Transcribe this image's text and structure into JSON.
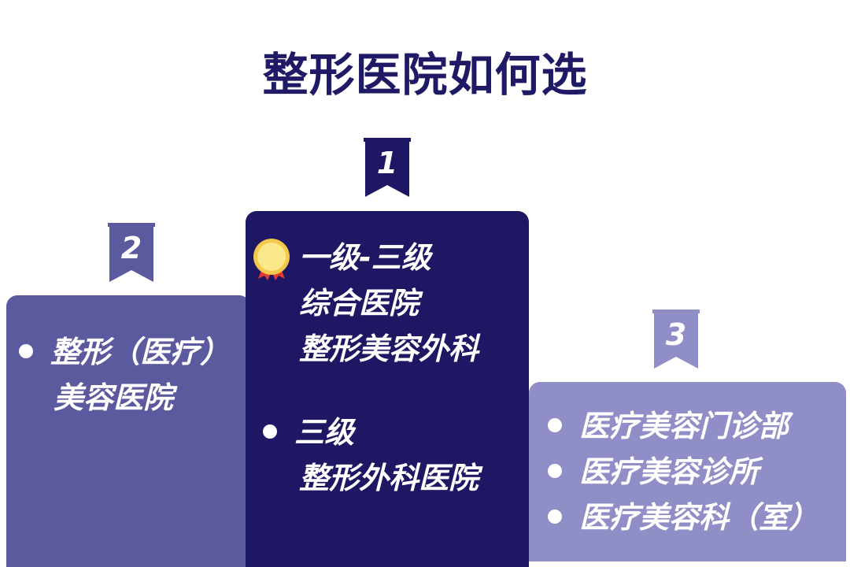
{
  "title": "整形医院如何选",
  "colors": {
    "title": "#1f1a66",
    "rank1": "#1e1763",
    "rank2": "#5b5a9e",
    "rank3": "#8f8ec6",
    "text": "#ffffff"
  },
  "podium": {
    "rank1": {
      "badge": "1",
      "icon": "medal-icon",
      "items": [
        {
          "lines": [
            "一级-三级",
            "综合医院",
            "整形美容外科"
          ]
        },
        {
          "lines": [
            "三级",
            "整形外科医院"
          ]
        }
      ]
    },
    "rank2": {
      "badge": "2",
      "items": [
        {
          "lines": [
            "整形（医疗）",
            "美容医院"
          ]
        }
      ]
    },
    "rank3": {
      "badge": "3",
      "items": [
        {
          "lines": [
            "医疗美容门诊部"
          ]
        },
        {
          "lines": [
            "医疗美容诊所"
          ]
        },
        {
          "lines": [
            "医疗美容科（室）"
          ]
        }
      ]
    }
  }
}
